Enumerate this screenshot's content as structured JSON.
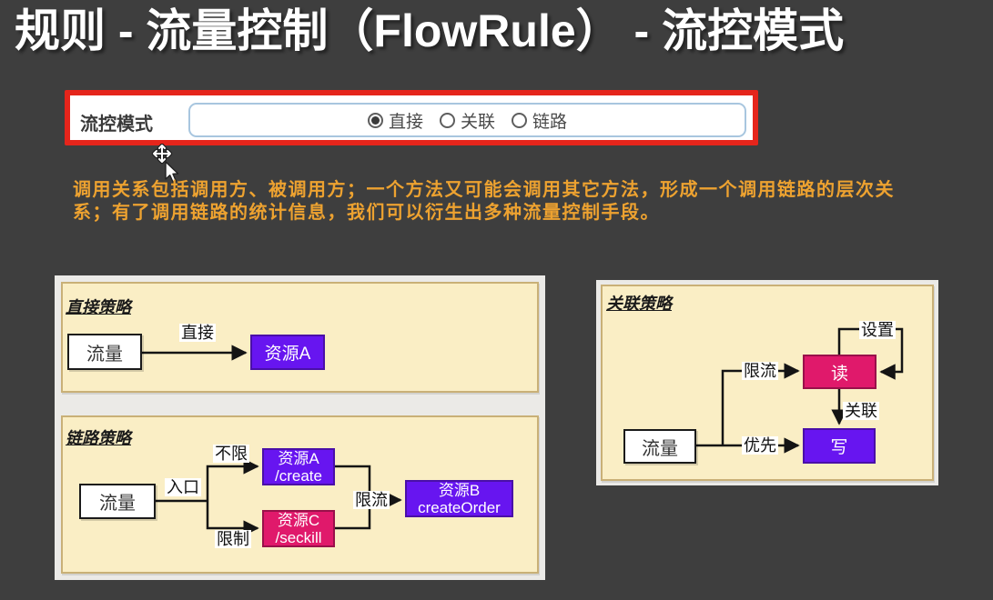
{
  "title": "规则 - 流量控制（FlowRule） - 流控模式",
  "form": {
    "label": "流控模式",
    "options": [
      {
        "label": "直接",
        "selected": true
      },
      {
        "label": "关联",
        "selected": false
      },
      {
        "label": "链路",
        "selected": false
      }
    ]
  },
  "description": {
    "line1": "调用关系包括调用方、被调用方；一个方法又可能会调用其它方法，形成一个调用链路的层次关",
    "line2": "系；有了调用链路的统计信息，我们可以衍生出多种流量控制手段。"
  },
  "diagrams": {
    "direct": {
      "title": "直接策略",
      "source": "流量",
      "arrow_label": "直接",
      "target": "资源A"
    },
    "chain": {
      "title": "链路策略",
      "source": "流量",
      "entry_label": "入口",
      "top_branch_label": "不限",
      "bottom_branch_label": "限制",
      "merge_label": "限流",
      "node_a": {
        "line1": "资源A",
        "line2": "/create"
      },
      "node_c": {
        "line1": "资源C",
        "line2": "/seckill"
      },
      "node_b": {
        "line1": "资源B",
        "line2": "createOrder"
      }
    },
    "relation": {
      "title": "关联策略",
      "source": "流量",
      "read": "读",
      "write": "写",
      "limit_label": "限流",
      "priority_label": "优先",
      "setup_label": "设置",
      "relation_label": "关联"
    }
  },
  "colors": {
    "background": "#3E3E3E",
    "accent_red_border": "#E5251B",
    "highlight_text": "#EDA230",
    "node_purple": "#6715F0",
    "node_pink": "#E0196B",
    "panel_cream": "#FAEEC5",
    "input_border_blue": "#A8C6DF"
  }
}
